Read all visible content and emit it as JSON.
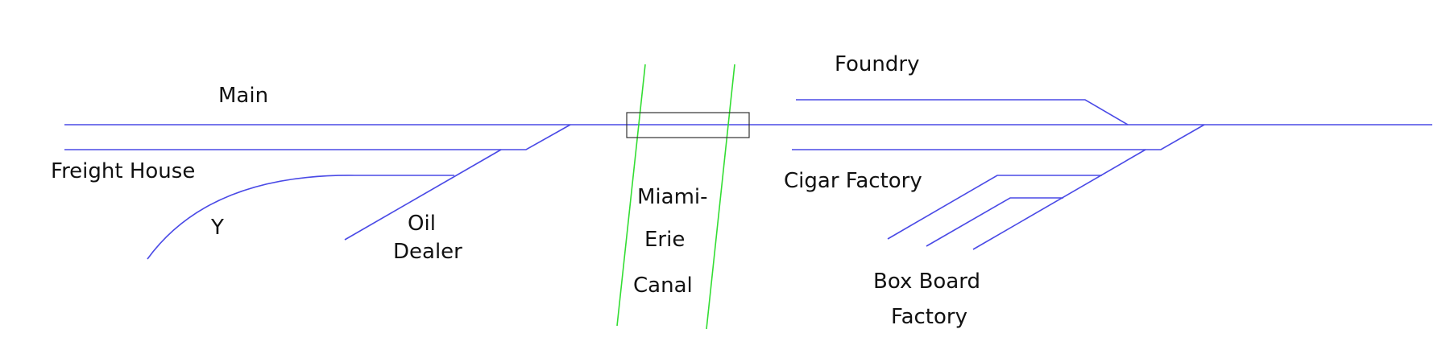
{
  "colors": {
    "track": "#4a4ae6",
    "canal": "#33dd33",
    "bridge": "#333333",
    "text": "#111111"
  },
  "labels": {
    "main": "Main",
    "freight_house": "Freight House",
    "y": "Y",
    "oil": "Oil",
    "dealer": "Dealer",
    "miami": "Miami-",
    "erie": "Erie",
    "canal": "Canal",
    "foundry": "Foundry",
    "cigar_factory": "Cigar Factory",
    "box_board": "Box Board",
    "factory": "Factory"
  }
}
